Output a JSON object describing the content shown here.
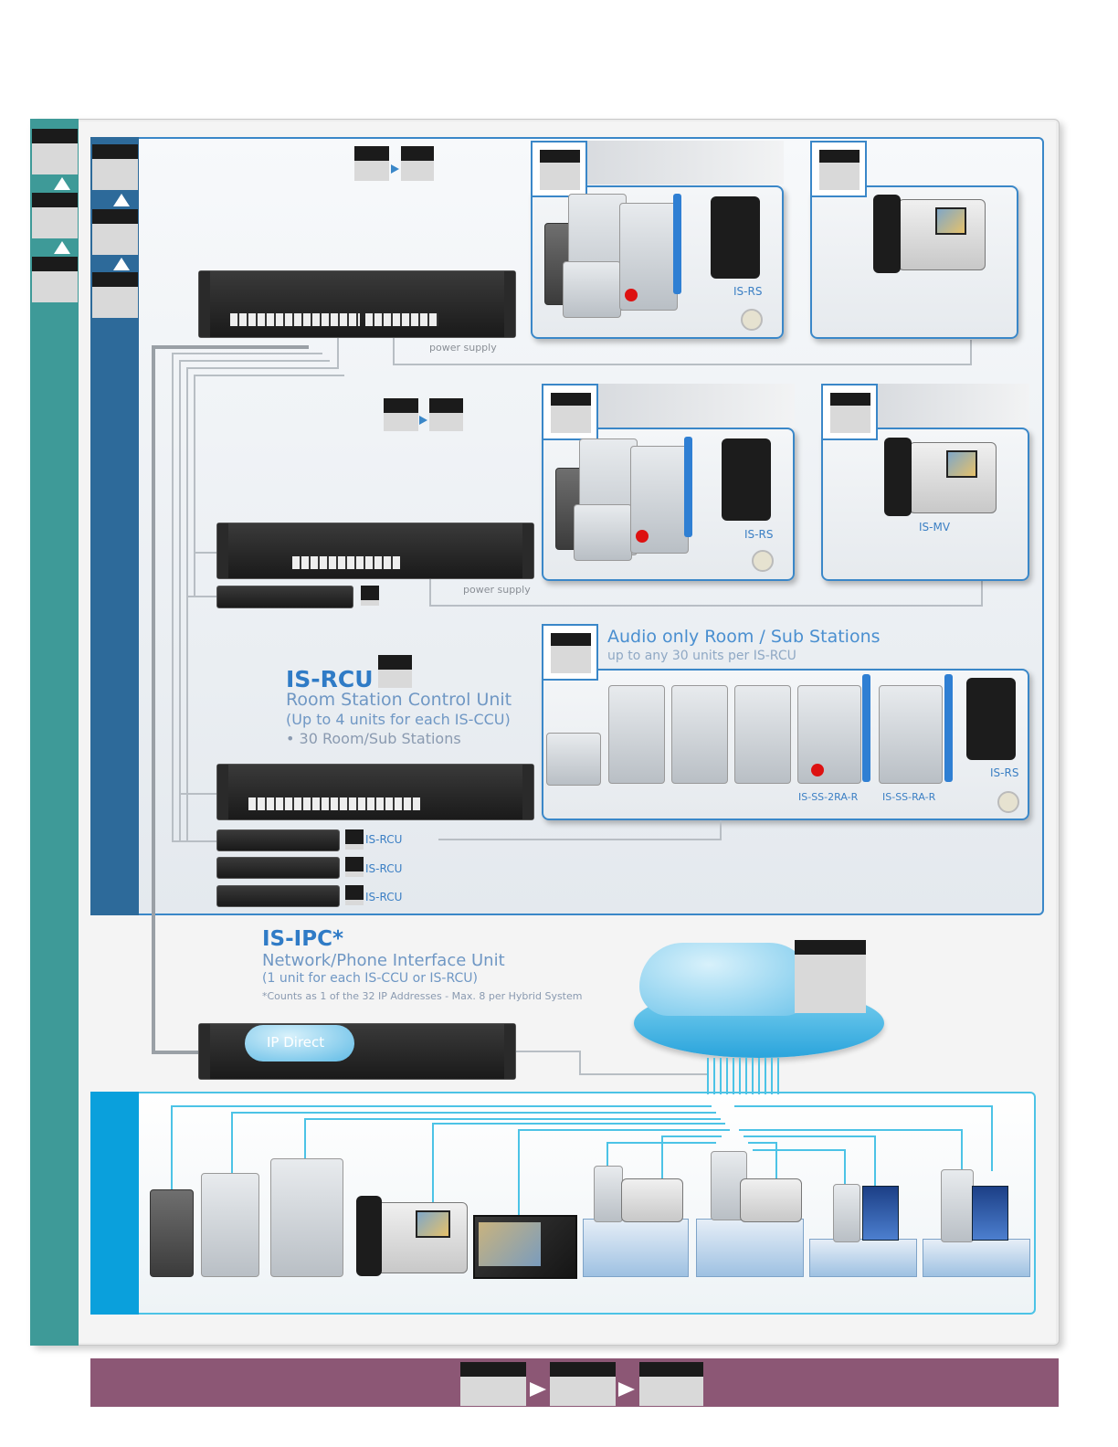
{
  "labels": {
    "power_supply_1": "power supply",
    "power_supply_2": "power supply",
    "is_rs_1": "IS-RS",
    "is_rs_2": "IS-RS",
    "is_rs_3": "IS-RS",
    "is_mv": "IS-MV",
    "is_ss_2ra_r": "IS-SS-2RA-R",
    "is_ss_ra_r": "IS-SS-RA-R",
    "rcu_stack": [
      "IS-RCU",
      "IS-RCU",
      "IS-RCU"
    ],
    "ip_direct": "IP Direct"
  },
  "audio_panel": {
    "title": "Audio only Room / Sub Stations",
    "subtitle": "up to any 30 units per IS-RCU"
  },
  "rcu": {
    "title": "IS-RCU",
    "subtitle": "Room Station Control Unit",
    "line1": "(Up to 4 units for each IS-CCU)",
    "line2": "• 30 Room/Sub Stations"
  },
  "ipc": {
    "title": "IS-IPC*",
    "subtitle": "Network/Phone Interface Unit",
    "line1": "(1 unit for each IS-CCU or IS-RCU)",
    "note": "*Counts as 1 of the 32 IP Addresses - Max. 8 per Hybrid System"
  },
  "colors": {
    "teal": "#3e9a98",
    "navy": "#2d6a9a",
    "cyan": "#0aa0dc",
    "purple": "#8c5775",
    "panel_border": "#3a87c8",
    "accent_text": "#3b7fc4"
  }
}
